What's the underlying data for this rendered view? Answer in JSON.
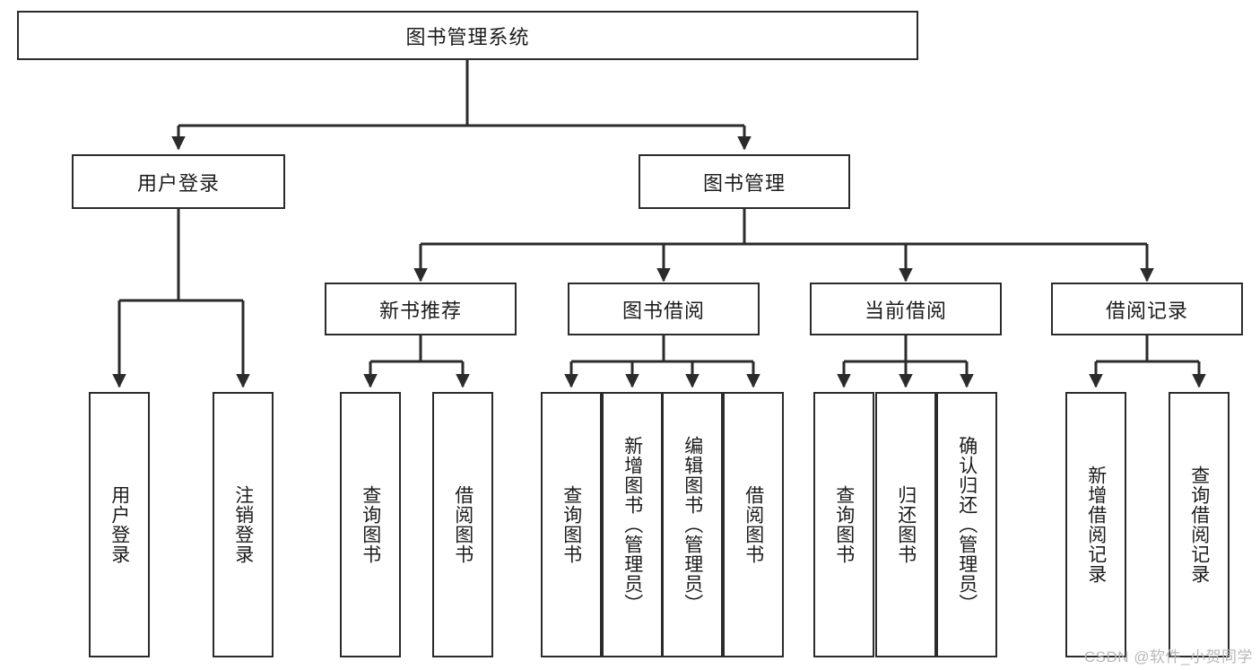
{
  "diagram": {
    "title": "图书管理系统",
    "type": "tree-hierarchy-diagram",
    "root": {
      "id": "root",
      "label": "图书管理系统"
    },
    "level2": [
      {
        "id": "user-login",
        "label": "用户登录"
      },
      {
        "id": "book-management",
        "label": "图书管理"
      }
    ],
    "level3": [
      {
        "id": "new-book-recommend",
        "label": "新书推荐",
        "parent": "book-management"
      },
      {
        "id": "book-borrow",
        "label": "图书借阅",
        "parent": "book-management"
      },
      {
        "id": "current-borrow",
        "label": "当前借阅",
        "parent": "book-management"
      },
      {
        "id": "borrow-record",
        "label": "借阅记录",
        "parent": "book-management"
      }
    ],
    "leaves": {
      "user-login": [
        {
          "id": "leaf-user-login",
          "label": "用户登录"
        },
        {
          "id": "leaf-user-logout",
          "label": "注销登录"
        }
      ],
      "new-book-recommend": [
        {
          "id": "leaf-query-book-1",
          "label": "查询图书"
        },
        {
          "id": "leaf-borrow-book-1",
          "label": "借阅图书"
        }
      ],
      "book-borrow": [
        {
          "id": "leaf-query-book-2",
          "label": "查询图书"
        },
        {
          "id": "leaf-add-book",
          "label": "新增图书（管理员）"
        },
        {
          "id": "leaf-edit-book",
          "label": "编辑图书（管理员）"
        },
        {
          "id": "leaf-borrow-book-2",
          "label": "借阅图书"
        }
      ],
      "current-borrow": [
        {
          "id": "leaf-query-book-3",
          "label": "查询图书"
        },
        {
          "id": "leaf-return-book",
          "label": "归还图书"
        },
        {
          "id": "leaf-confirm-return",
          "label": "确认归还（管理员）"
        }
      ],
      "borrow-record": [
        {
          "id": "leaf-add-record",
          "label": "新增借阅记录"
        },
        {
          "id": "leaf-query-record",
          "label": "查询借阅记录"
        }
      ]
    },
    "colors": {
      "stroke": "#2b2b2b",
      "text": "#1c1c1c",
      "background": "#ffffff",
      "watermark": "#b8b8b8"
    }
  },
  "watermark": {
    "text": "CSDN @软件_小贺同学"
  }
}
